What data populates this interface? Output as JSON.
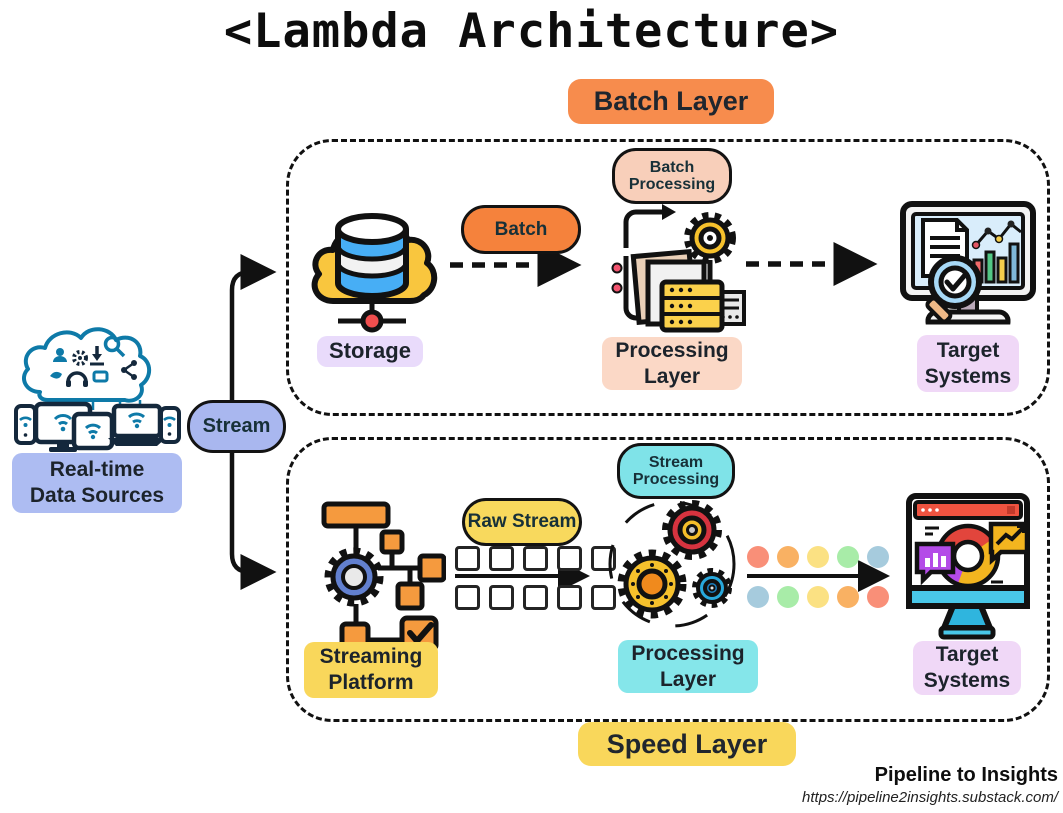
{
  "title": "<Lambda Architecture>",
  "source": {
    "icon": "cloud-devices-icon",
    "label_line1": "Real-time",
    "label_line2": "Data Sources",
    "stream_pill": "Stream"
  },
  "batch": {
    "badge": "Batch Layer",
    "storage": {
      "icon": "cloud-database-icon",
      "label": "Storage"
    },
    "flow_pill": "Batch",
    "processing": {
      "icon": "documents-server-gear-icon",
      "pill_line1": "Batch",
      "pill_line2": "Processing",
      "label_line1": "Processing",
      "label_line2": "Layer"
    },
    "target": {
      "icon": "monitor-analytics-magnifier-icon",
      "label_line1": "Target",
      "label_line2": "Systems"
    }
  },
  "speed": {
    "badge": "Speed Layer",
    "streaming": {
      "icon": "workflow-gear-icon",
      "label_line1": "Streaming",
      "label_line2": "Platform"
    },
    "raw_stream": {
      "pill": "Raw Stream",
      "squares_per_row": 5
    },
    "processing": {
      "icon": "three-gears-icon",
      "pill_line1": "Stream",
      "pill_line2": "Processing",
      "label_line1": "Processing",
      "label_line2": "Layer"
    },
    "target": {
      "icon": "monitor-dashboard-icon",
      "label_line1": "Target",
      "label_line2": "Systems"
    },
    "dots": {
      "top": [
        "#F98F78",
        "#F9B163",
        "#FBE183",
        "#A8ECA8",
        "#A6CBDD"
      ],
      "bottom": [
        "#A6CBDD",
        "#A8ECA8",
        "#FBE183",
        "#F9B163",
        "#F98F78"
      ]
    }
  },
  "footer": {
    "brand": "Pipeline to Insights",
    "url": "https://pipeline2insights.substack.com/"
  },
  "colors": {
    "batch_badge": "#F78C4D",
    "batch_pill": "#F5823C",
    "batch_processing_pill": "#F8CFBA",
    "storage_label": "#E9DBFB",
    "processing_label_batch": "#FBD8C6",
    "target_label": "#F0D8F7",
    "stream_pill": "#A9B7EF",
    "realtime_label": "#ADBCF2",
    "raw_stream_pill": "#F8D95D",
    "streaming_label": "#F9D75B",
    "stream_processing_pill": "#7FE3E8",
    "processing_label_speed": "#85E6EA",
    "speed_badge": "#F9D75B",
    "outline": "#111111",
    "cloud_teal": "#0E7AA8",
    "storage_gold": "#F9C63E",
    "database_blue": "#47AEF5"
  }
}
